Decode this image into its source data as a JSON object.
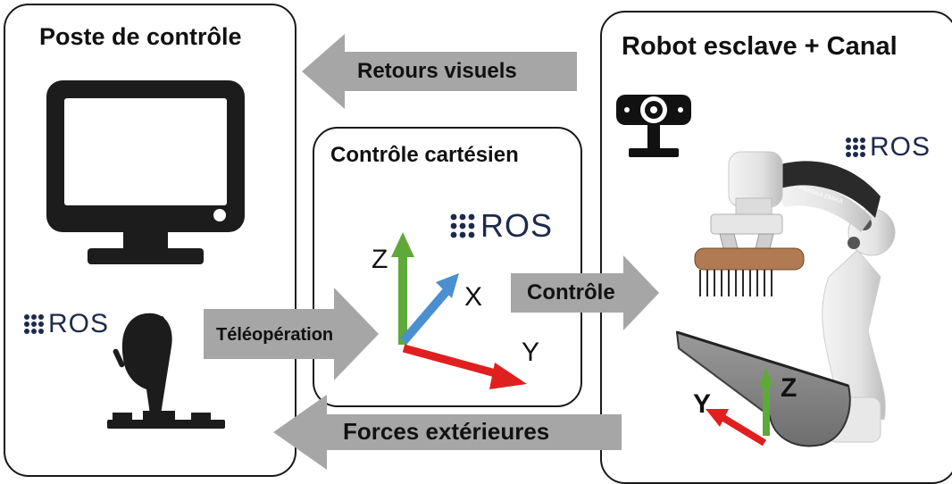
{
  "left_panel": {
    "title": "Poste de contrôle",
    "ros": "ROS"
  },
  "center_panel": {
    "title": "Contrôle cartésien",
    "ros": "ROS",
    "axes": {
      "z": "Z",
      "x": "X",
      "y": "Y"
    }
  },
  "right_panel": {
    "title": "Robot esclave + Canal",
    "ros": "ROS",
    "axes": {
      "z": "Z",
      "y": "Y"
    },
    "robot_brand": "FRANKA EMIKA"
  },
  "arrows": {
    "visual_feedback": "Retours visuels",
    "teleoperation": "Téléopération",
    "control": "Contrôle",
    "external_forces": "Forces extérieures"
  },
  "colors": {
    "ros_blue": "#1e2a4a",
    "axis_green": "#5fa83a",
    "axis_blue": "#4a90d0",
    "axis_red": "#e02020",
    "arrow_gray": "#a6a6a6"
  }
}
